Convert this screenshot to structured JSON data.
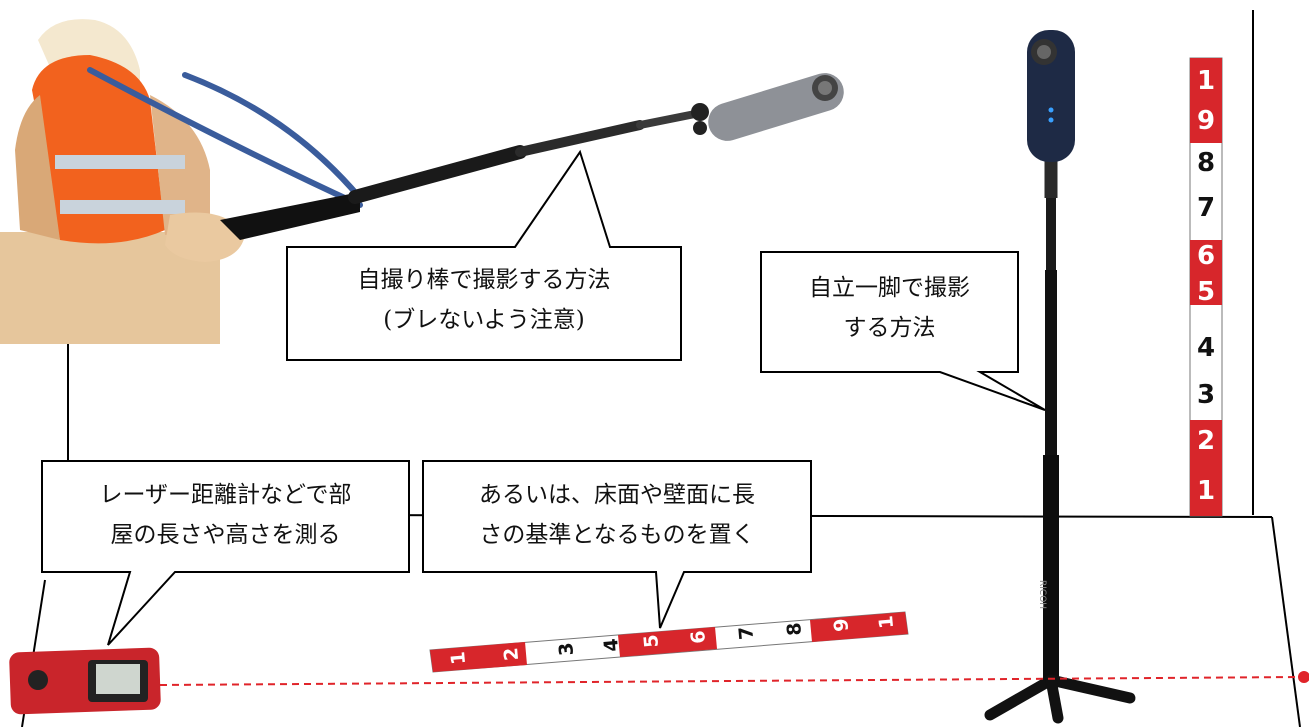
{
  "callouts": {
    "selfie_stick": {
      "line1": "自撮り棒で撮影する方法",
      "line2": "(ブレないよう注意)"
    },
    "monopod": {
      "line1": "自立一脚で撮影",
      "line2": "する方法"
    },
    "laser": {
      "line1": "レーザー距離計などで部",
      "line2": "屋の長さや高さを測る"
    },
    "reference": {
      "line1": "あるいは、床面や壁面に長",
      "line2": "さの基準となるものを置く"
    }
  },
  "vertical_rod": {
    "labels": [
      "1",
      "9",
      "8",
      "7",
      "6",
      "5",
      "4",
      "3",
      "2",
      "1"
    ]
  },
  "floor_rod": {
    "labels": [
      "1",
      "2",
      "3",
      "4",
      "5",
      "6",
      "7",
      "8",
      "9",
      "1"
    ]
  },
  "monopod_brand": "RICOH",
  "colors": {
    "rod_red": "#d7262b",
    "laser_red": "#e0242a",
    "vest_orange": "#f2621e",
    "strap_blue": "#3a5c9c",
    "skin": "#e9c79c"
  }
}
